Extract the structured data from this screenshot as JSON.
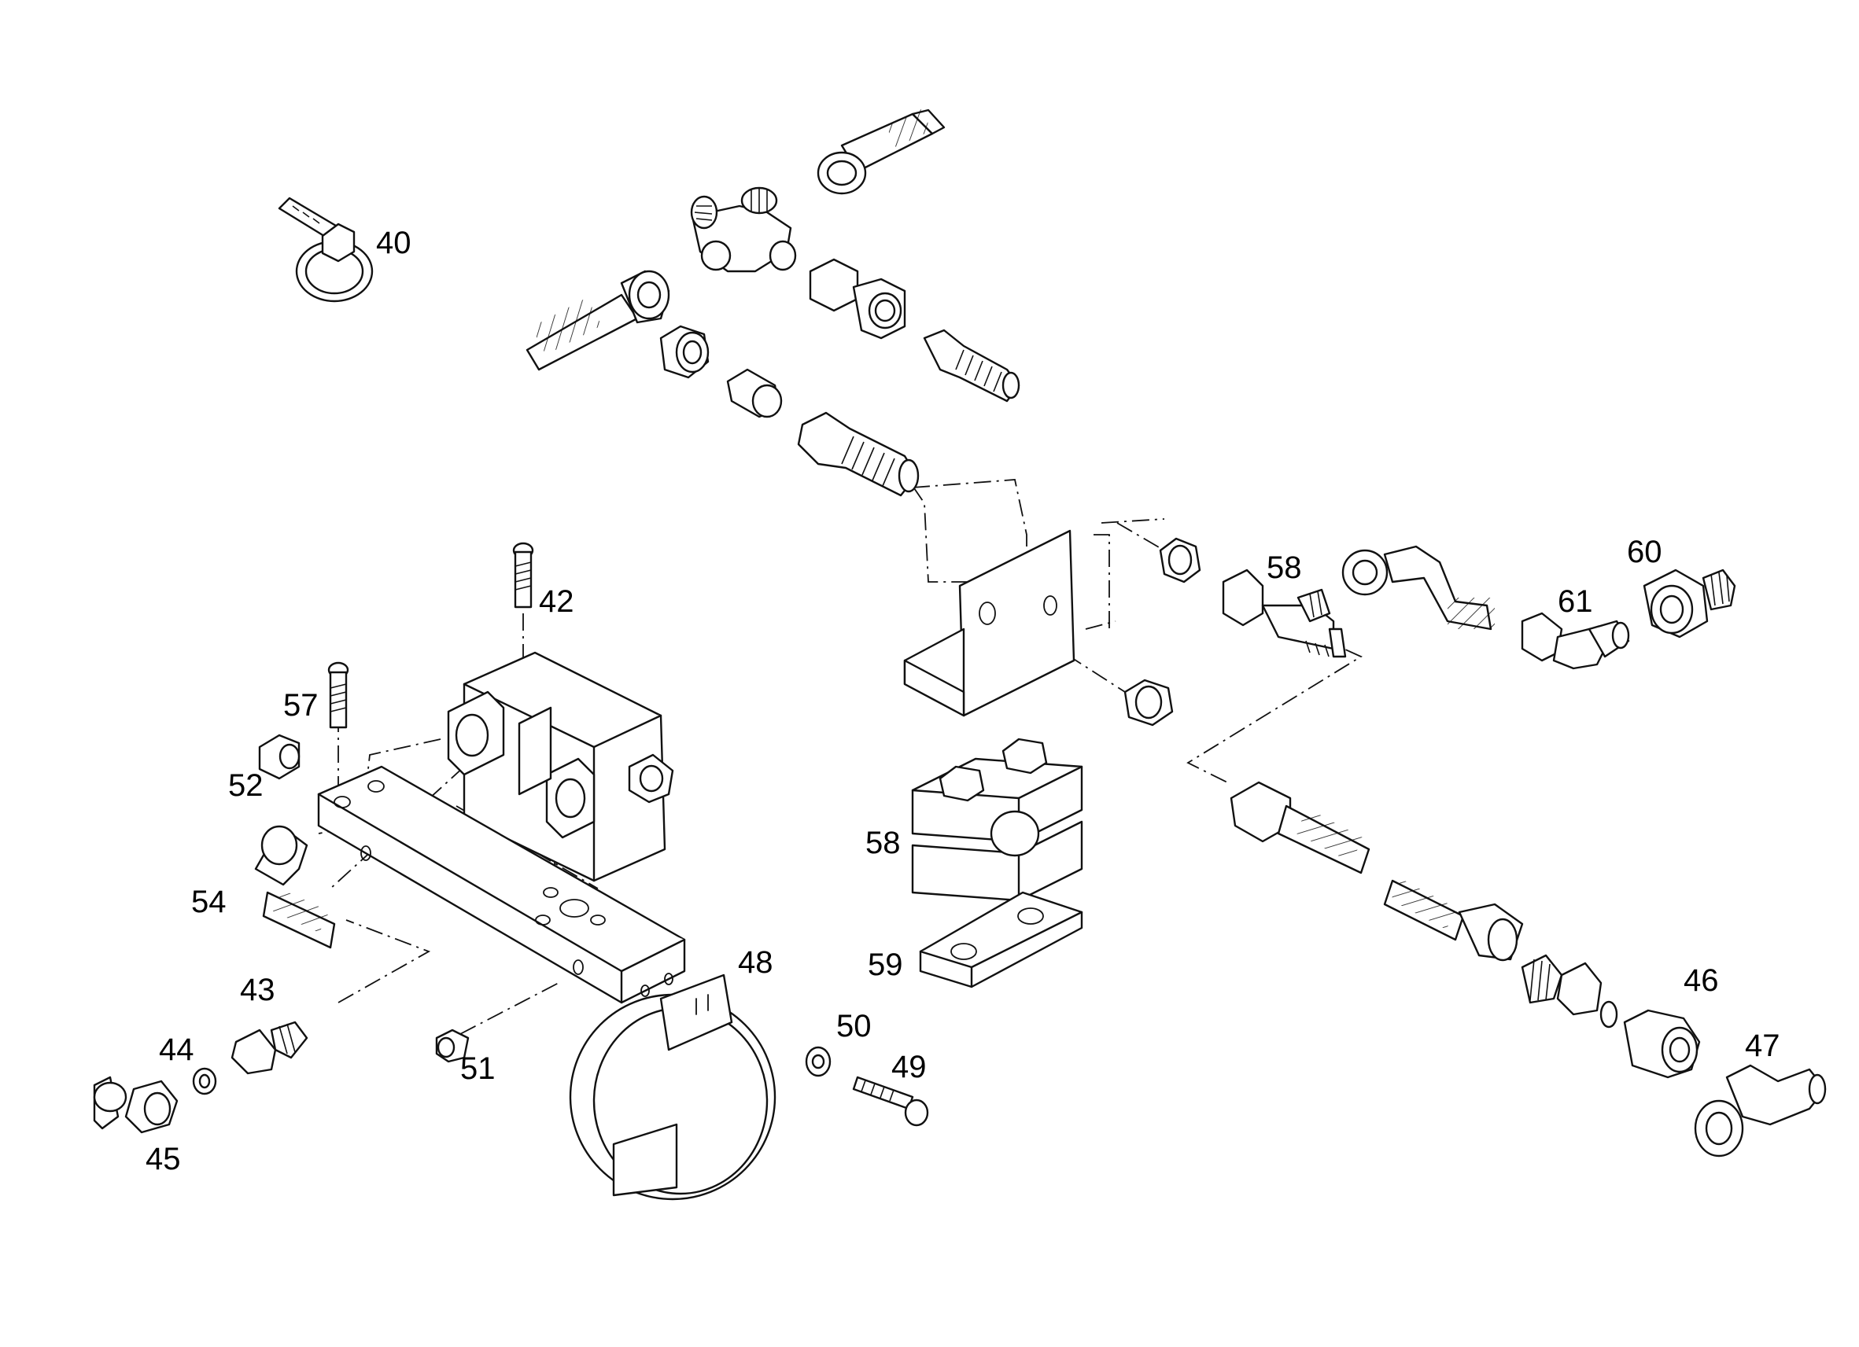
{
  "callouts": [
    {
      "id": "40",
      "text": "40"
    },
    {
      "id": "42",
      "text": "42"
    },
    {
      "id": "43",
      "text": "43"
    },
    {
      "id": "44",
      "text": "44"
    },
    {
      "id": "45",
      "text": "45"
    },
    {
      "id": "46",
      "text": "46"
    },
    {
      "id": "47",
      "text": "47"
    },
    {
      "id": "48",
      "text": "48"
    },
    {
      "id": "49",
      "text": "49"
    },
    {
      "id": "50",
      "text": "50"
    },
    {
      "id": "51",
      "text": "51"
    },
    {
      "id": "52",
      "text": "52"
    },
    {
      "id": "54",
      "text": "54"
    },
    {
      "id": "57",
      "text": "57"
    },
    {
      "id": "58a",
      "text": "58"
    },
    {
      "id": "58b",
      "text": "58"
    },
    {
      "id": "59",
      "text": "59"
    },
    {
      "id": "60",
      "text": "60"
    },
    {
      "id": "61",
      "text": "61"
    }
  ]
}
